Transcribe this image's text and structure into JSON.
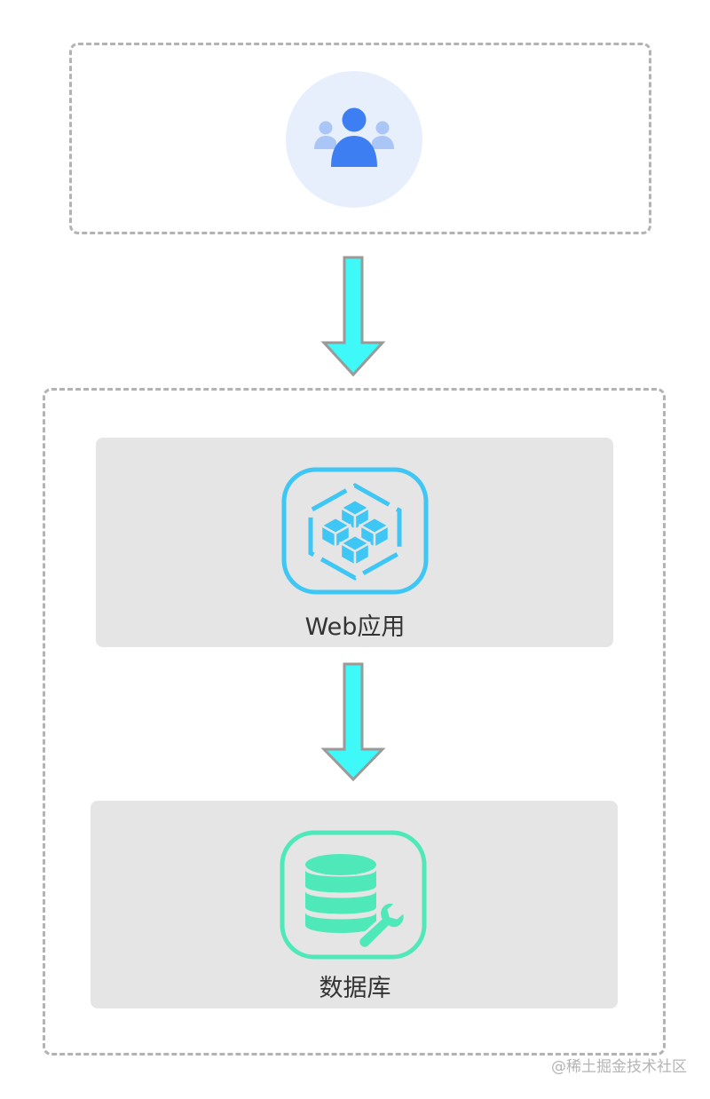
{
  "diagram": {
    "users_icon": "users-group-icon",
    "web_app": {
      "label": "Web应用",
      "icon": "cubes-hexagon-icon",
      "color": "#3ec6f5"
    },
    "database": {
      "label": "数据库",
      "icon": "database-wrench-icon",
      "color": "#4fe8b9"
    },
    "arrow_color": "#3ff8f8"
  },
  "watermark": "@稀土掘金技术社区"
}
